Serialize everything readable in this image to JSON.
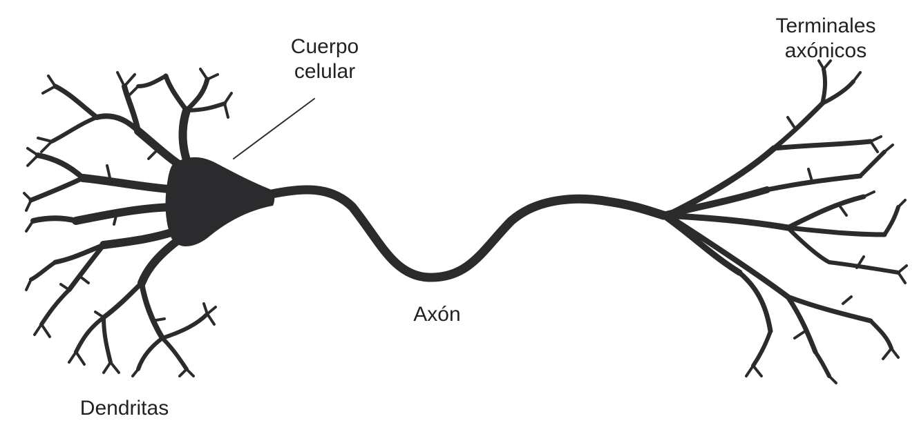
{
  "labels": {
    "cell_body": [
      "Cuerpo",
      "celular"
    ],
    "axon_terminals": [
      "Terminales",
      "axónicos"
    ],
    "axon": "Axón",
    "dendrites": "Dendritas"
  },
  "colors": {
    "neuron_fill": "#2b2b2d",
    "label_text": "#222222",
    "background": "#ffffff"
  }
}
